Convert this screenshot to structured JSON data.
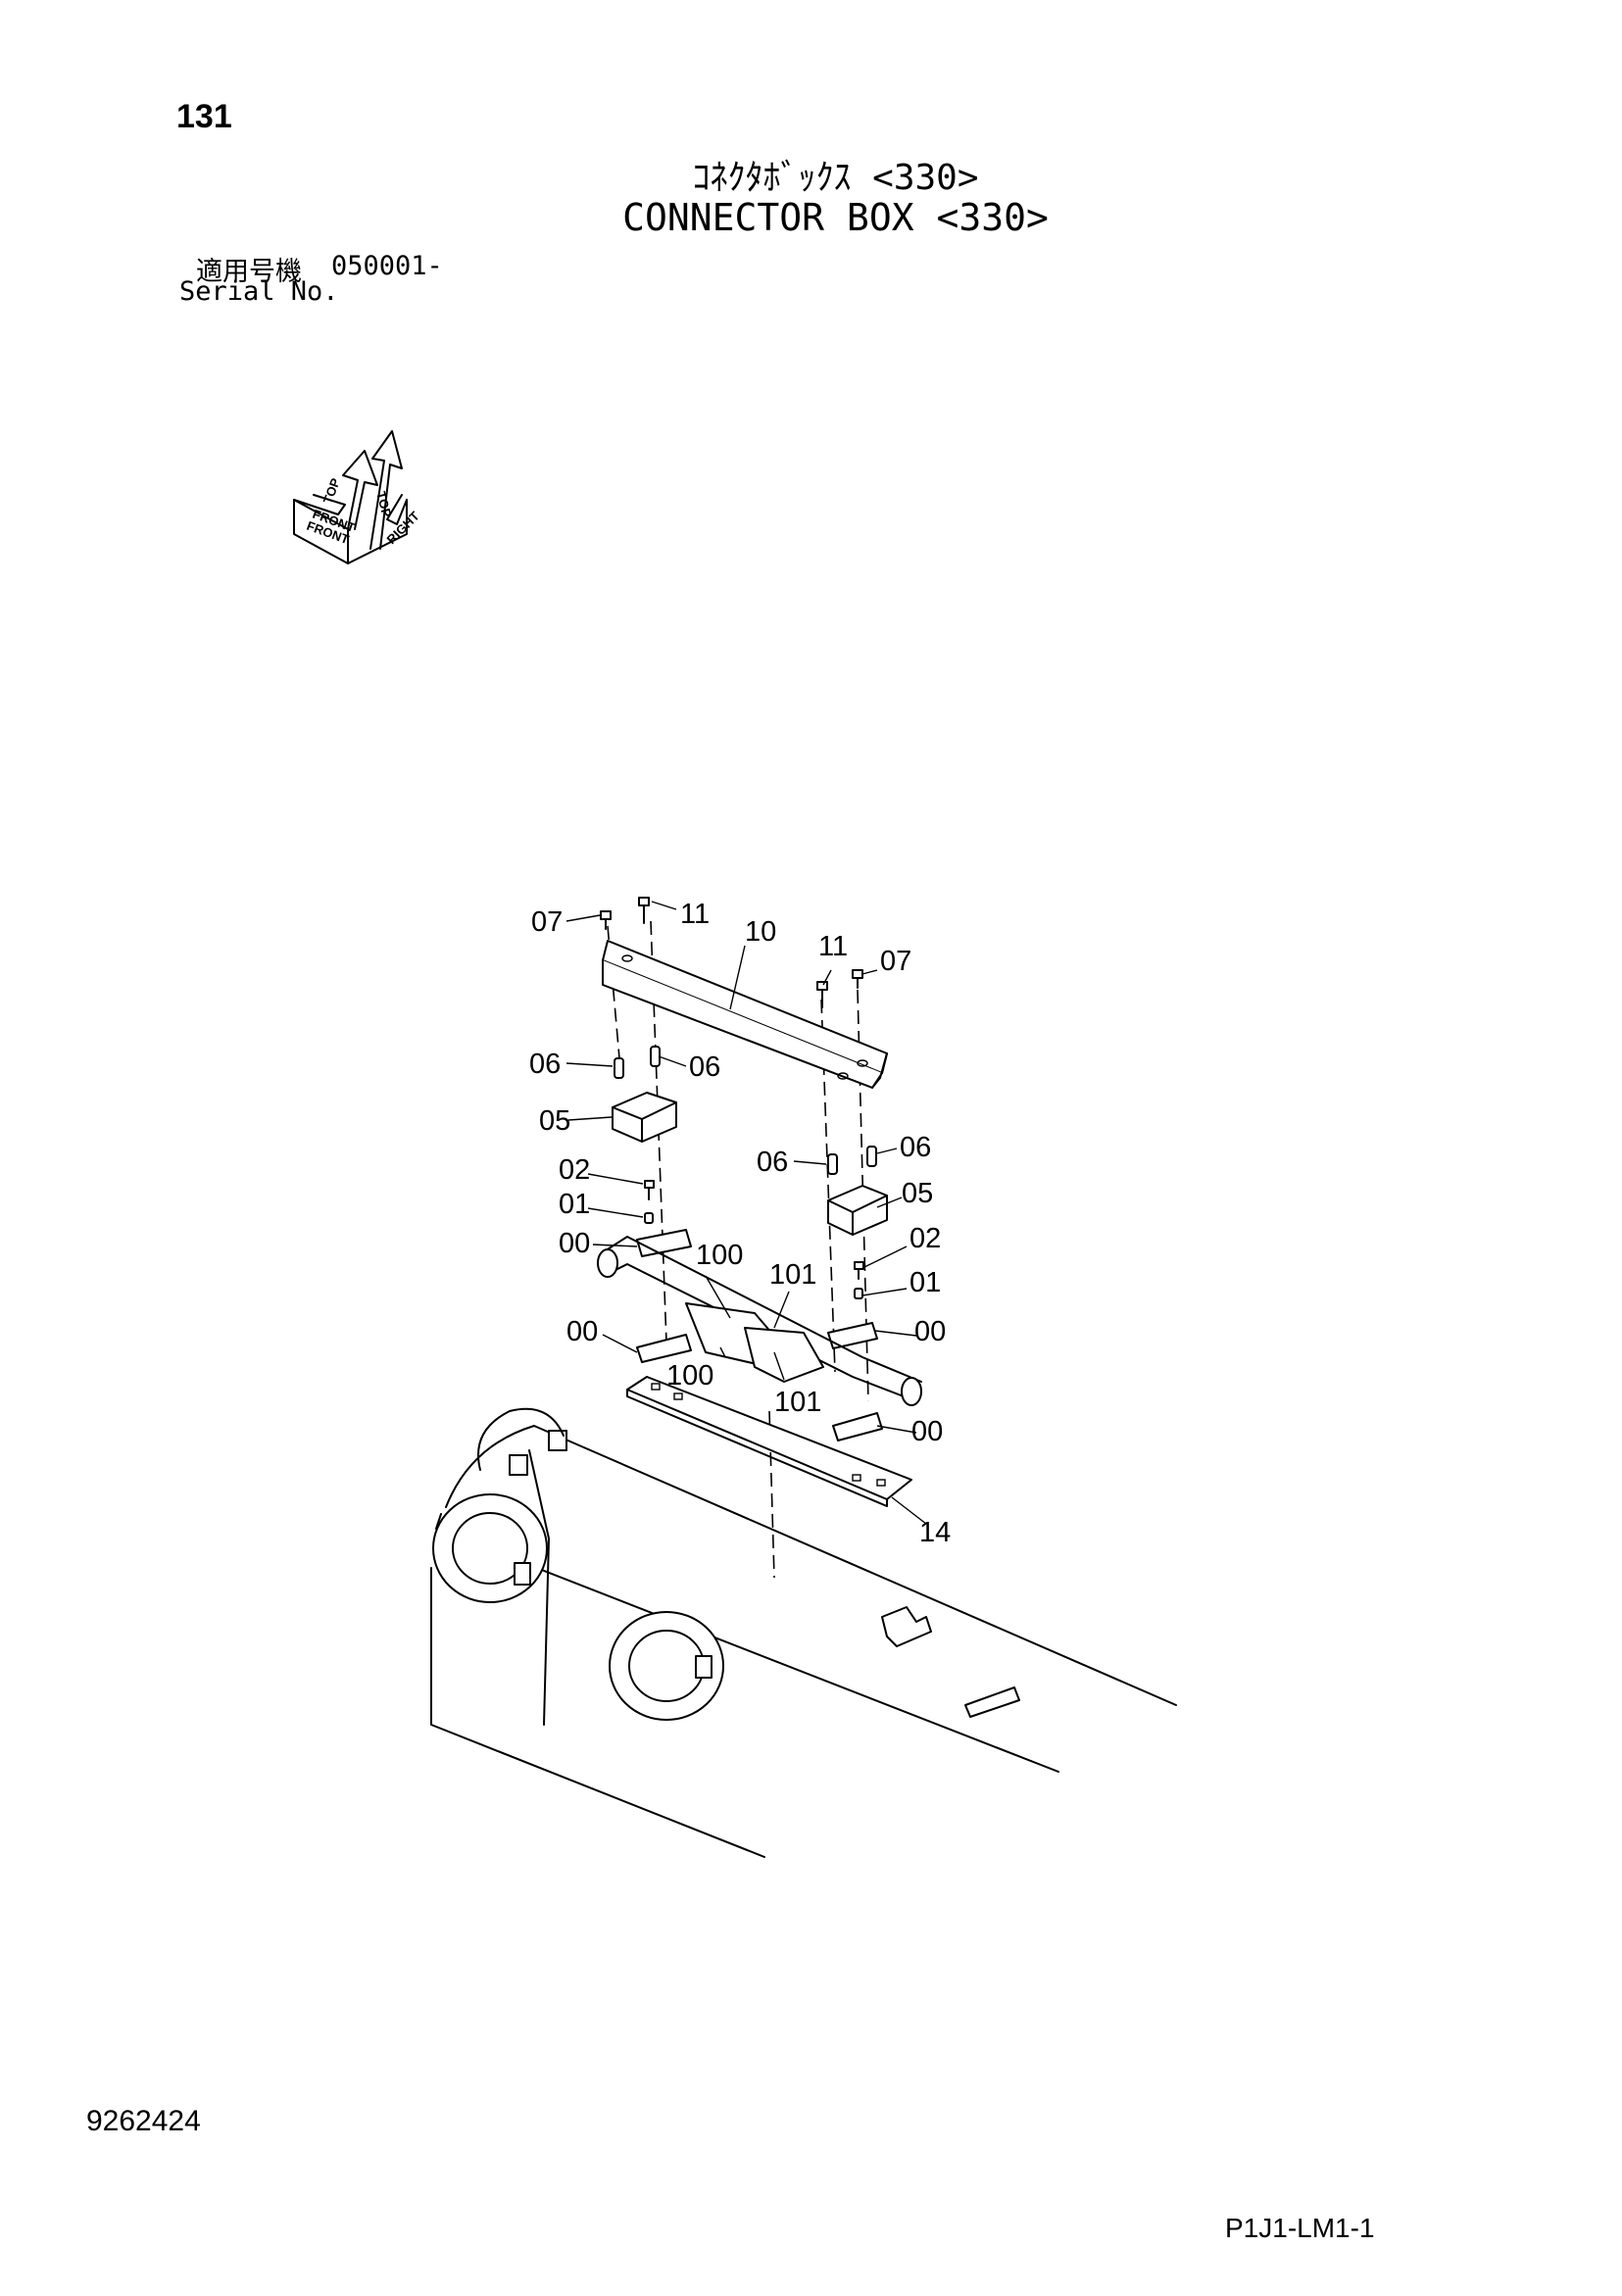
{
  "header": {
    "page_number": "131",
    "title_jp": "ｺﾈｸﾀﾎﾞｯｸｽ <330>",
    "title_en": "CONNECTOR BOX <330>",
    "serial_label_jp": "適用号機",
    "serial_value": "050001-",
    "serial_label_en": "Serial No."
  },
  "orientation": {
    "labels": [
      "TOP",
      "RIGHT",
      "FRONT",
      "TOP",
      "FRONT"
    ]
  },
  "callouts": {
    "c07a": "07",
    "c11a": "11",
    "c10": "10",
    "c11b": "11",
    "c07b": "07",
    "c06a": "06",
    "c06b": "06",
    "c05a": "05",
    "c06c": "06",
    "c06d": "06",
    "c02a": "02",
    "c05b": "05",
    "c01a": "01",
    "c02b": "02",
    "c00a": "00",
    "c100a": "100",
    "c101a": "101",
    "c01b": "01",
    "c00b": "00",
    "c00c": "00",
    "c100b": "100",
    "c101b": "101",
    "c00d": "00",
    "c14": "14"
  },
  "footer": {
    "doc_number": "9262424",
    "page_code": "P1J1-LM1-1"
  }
}
